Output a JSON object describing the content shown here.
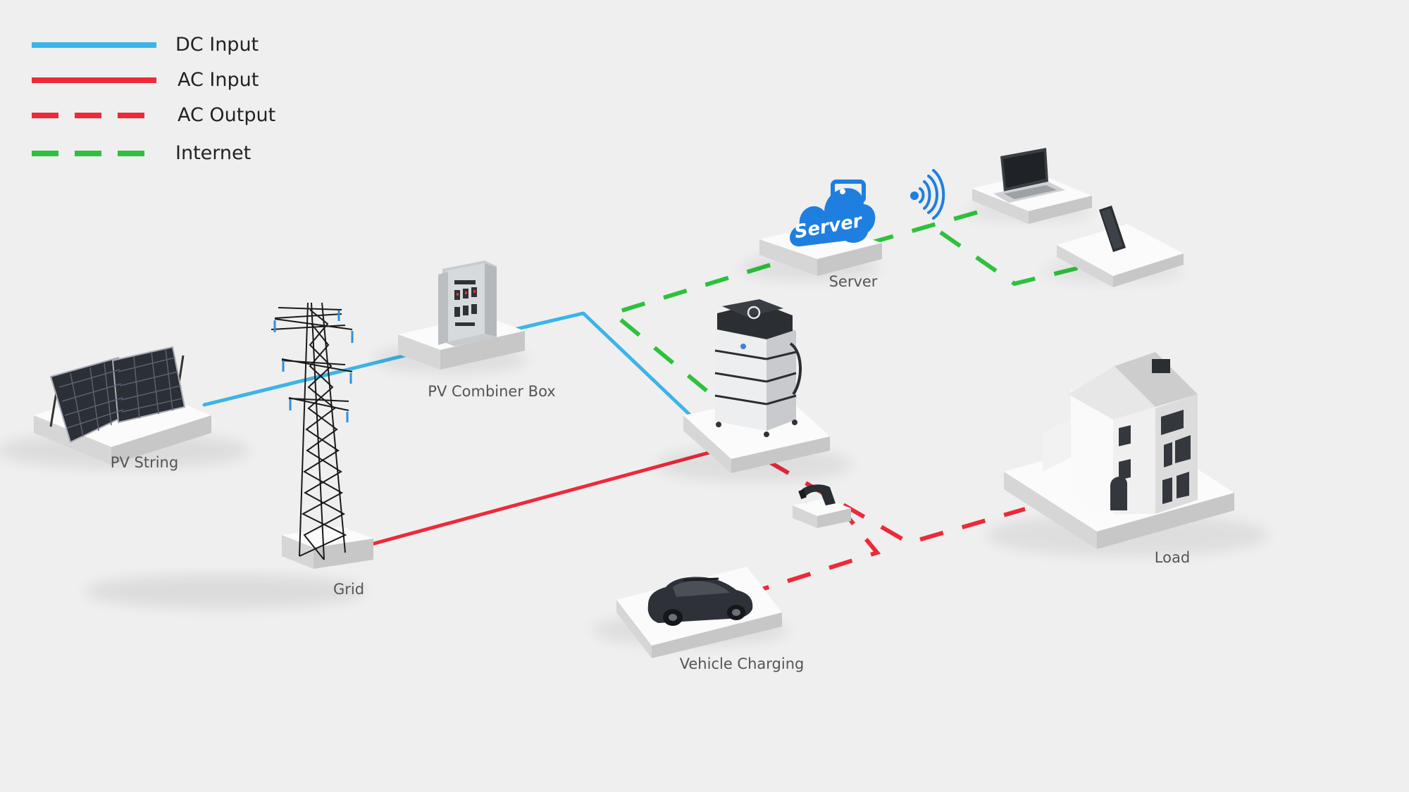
{
  "legend": {
    "items": [
      {
        "label": "DC Input",
        "color": "#3bb4e8",
        "style": "solid"
      },
      {
        "label": "AC Input",
        "color": "#ec2a3a",
        "style": "solid"
      },
      {
        "label": "AC Output",
        "color": "#ec2a3a",
        "style": "dashed"
      },
      {
        "label": "Internet",
        "color": "#2ec13d",
        "style": "dashed"
      }
    ]
  },
  "nodes": {
    "pv_string": "PV String",
    "pv_combiner_box": "PV Combiner Box",
    "grid": "Grid",
    "server": "Server",
    "server_cloud_text": "Server",
    "vehicle_charging": "Vehicle Charging",
    "load": "Load"
  }
}
